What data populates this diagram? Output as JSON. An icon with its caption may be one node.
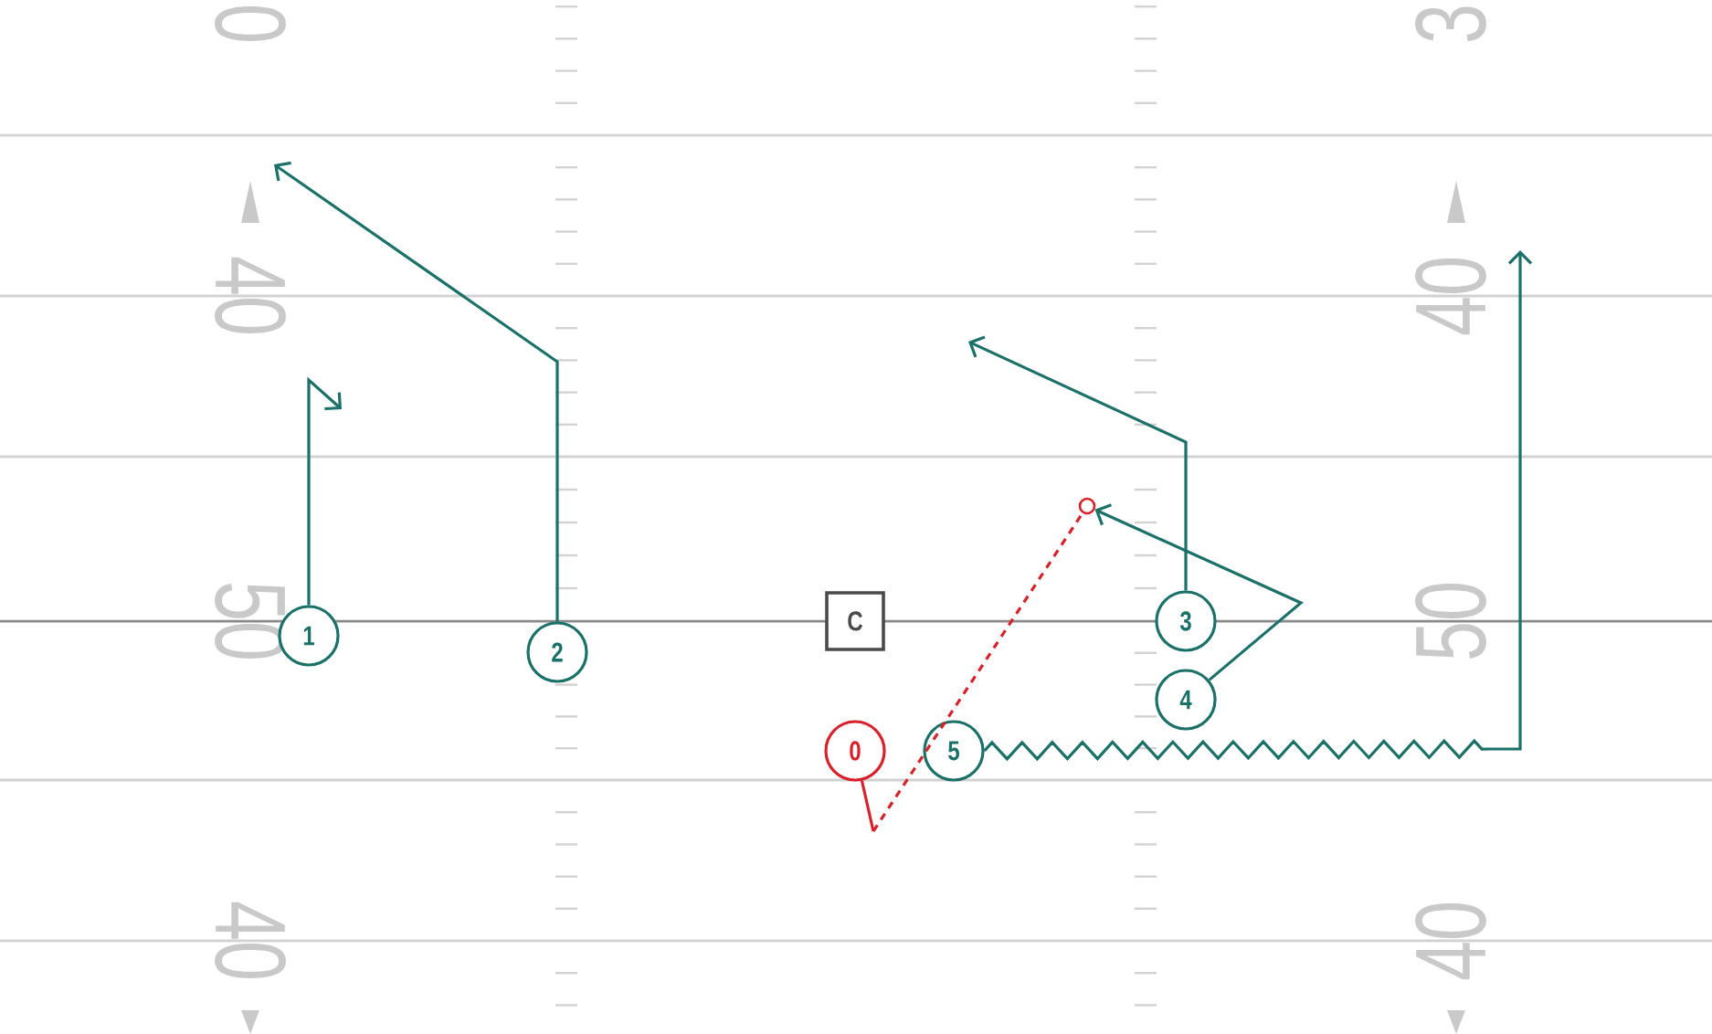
{
  "diagram": {
    "nodes": [
      {
        "text": [
          "1"
        ]
      },
      {
        "text": [
          "2"
        ]
      },
      {
        "text": [
          "C"
        ]
      },
      {
        "text": [
          "3"
        ]
      },
      {
        "text": [
          "4"
        ]
      },
      {
        "text": [
          "0"
        ]
      },
      {
        "text": [
          "5"
        ]
      },
      {
        "text": [],
        "shape": "circle"
      }
    ],
    "edges": [
      {
        "from": 0,
        "to": null,
        "arrow": "to"
      },
      {
        "from": 1,
        "to": null,
        "arrow": "to"
      },
      {
        "from": 3,
        "to": null,
        "arrow": "to"
      },
      {
        "from": 4,
        "to": 7,
        "arrow": "to"
      },
      {
        "from": 6,
        "to": null,
        "arrow": "to"
      },
      {
        "from": 5,
        "to": 7,
        "arrow": "none",
        "style": "dashed",
        "color": "#d7222b"
      }
    ],
    "labels": [
      "0",
      "3",
      "40",
      "40",
      "50",
      "50",
      "40",
      "40"
    ]
  }
}
